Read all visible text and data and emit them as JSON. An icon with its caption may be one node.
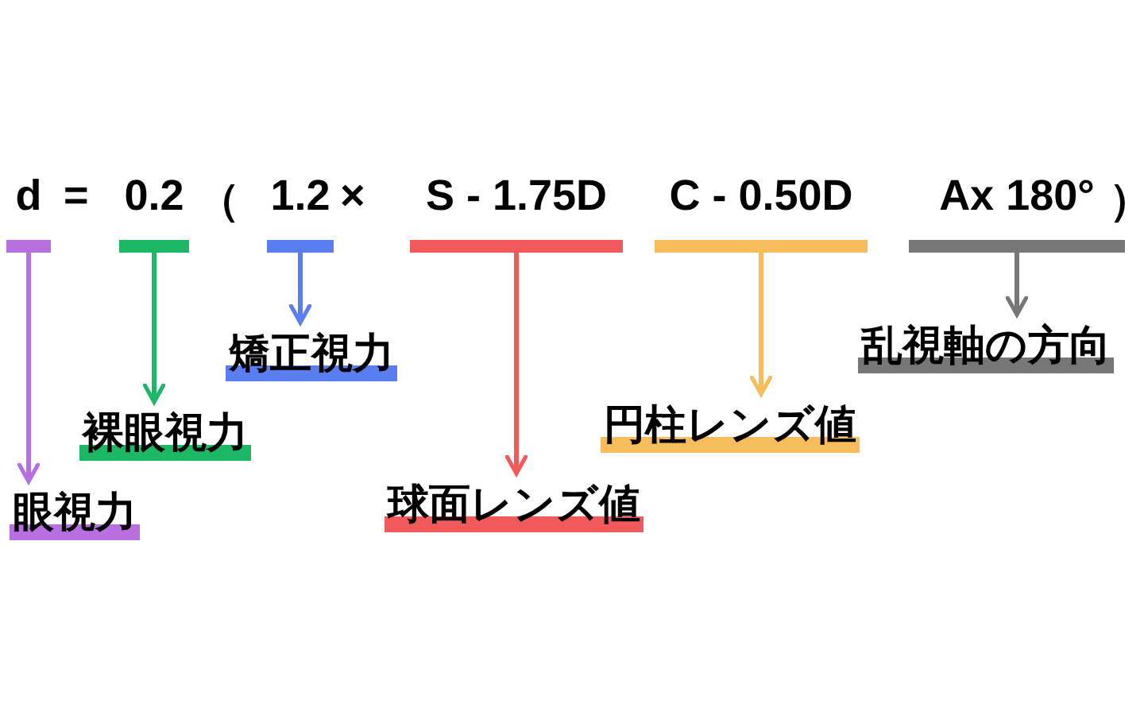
{
  "diagram": {
    "nodes": [
      {
        "text": [
          "d"
        ]
      },
      {
        "text": [
          "0.2"
        ]
      },
      {
        "text": [
          "1.2"
        ]
      },
      {
        "text": [
          "S - 1.75D"
        ]
      },
      {
        "text": [
          "C - 0.50D"
        ]
      },
      {
        "text": [
          "Ax 180°"
        ]
      },
      {
        "text": [
          "眼視力"
        ]
      },
      {
        "text": [
          "裸眼視力"
        ]
      },
      {
        "text": [
          "矯正視力"
        ]
      },
      {
        "text": [
          "球面レンズ値"
        ]
      },
      {
        "text": [
          "円柱レンズ値"
        ]
      },
      {
        "text": [
          "乱視軸の方向"
        ]
      }
    ],
    "edges": [
      {
        "from": 0,
        "to": 6,
        "arrow": "to",
        "color": "#b96fe0"
      },
      {
        "from": 1,
        "to": 7,
        "arrow": "to",
        "color": "#1db866"
      },
      {
        "from": 2,
        "to": 8,
        "arrow": "to",
        "color": "#5a7df0"
      },
      {
        "from": 3,
        "to": 9,
        "arrow": "to",
        "color": "#f15a5a"
      },
      {
        "from": 4,
        "to": 10,
        "arrow": "to",
        "color": "#f8bd5a"
      },
      {
        "from": 5,
        "to": 11,
        "arrow": "to",
        "color": "#777777"
      }
    ],
    "labels": [
      "=",
      "（",
      "×",
      "）"
    ]
  }
}
